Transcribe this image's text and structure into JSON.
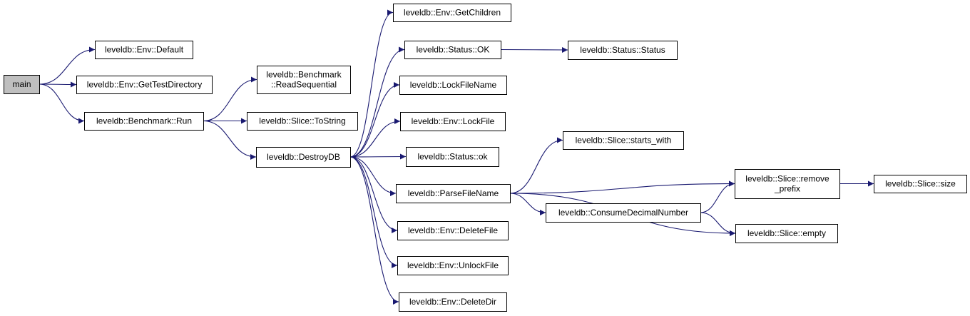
{
  "nodes": [
    {
      "id": "main",
      "lines": [
        "main"
      ],
      "root": true
    },
    {
      "id": "env_default",
      "lines": [
        "leveldb::Env::Default"
      ]
    },
    {
      "id": "env_gettestdir",
      "lines": [
        "leveldb::Env::GetTestDirectory"
      ]
    },
    {
      "id": "bench_run",
      "lines": [
        "leveldb::Benchmark::Run"
      ]
    },
    {
      "id": "bench_readseq",
      "lines": [
        "leveldb::Benchmark",
        "::ReadSequential"
      ]
    },
    {
      "id": "slice_tostring",
      "lines": [
        "leveldb::Slice::ToString"
      ]
    },
    {
      "id": "destroydb",
      "lines": [
        "leveldb::DestroyDB"
      ]
    },
    {
      "id": "env_getchildren",
      "lines": [
        "leveldb::Env::GetChildren"
      ]
    },
    {
      "id": "status_OK",
      "lines": [
        "leveldb::Status::OK"
      ]
    },
    {
      "id": "status_status",
      "lines": [
        "leveldb::Status::Status"
      ]
    },
    {
      "id": "lockfilename",
      "lines": [
        "leveldb::LockFileName"
      ]
    },
    {
      "id": "env_lockfile",
      "lines": [
        "leveldb::Env::LockFile"
      ]
    },
    {
      "id": "status_ok",
      "lines": [
        "leveldb::Status::ok"
      ]
    },
    {
      "id": "slice_startswith",
      "lines": [
        "leveldb::Slice::starts_with"
      ]
    },
    {
      "id": "parsefilename",
      "lines": [
        "leveldb::ParseFileName"
      ]
    },
    {
      "id": "slice_removeprefix",
      "lines": [
        "leveldb::Slice::remove",
        "_prefix"
      ]
    },
    {
      "id": "slice_size",
      "lines": [
        "leveldb::Slice::size"
      ]
    },
    {
      "id": "consumedecimal",
      "lines": [
        "leveldb::ConsumeDecimalNumber"
      ]
    },
    {
      "id": "env_deletefile",
      "lines": [
        "leveldb::Env::DeleteFile"
      ]
    },
    {
      "id": "slice_empty",
      "lines": [
        "leveldb::Slice::empty"
      ]
    },
    {
      "id": "env_unlockfile",
      "lines": [
        "leveldb::Env::UnlockFile"
      ]
    },
    {
      "id": "env_deletedir",
      "lines": [
        "leveldb::Env::DeleteDir"
      ]
    }
  ],
  "edges": [
    [
      "main",
      "env_default"
    ],
    [
      "main",
      "env_gettestdir"
    ],
    [
      "main",
      "bench_run"
    ],
    [
      "bench_run",
      "bench_readseq"
    ],
    [
      "bench_run",
      "slice_tostring"
    ],
    [
      "bench_run",
      "destroydb"
    ],
    [
      "destroydb",
      "env_getchildren"
    ],
    [
      "destroydb",
      "status_OK"
    ],
    [
      "destroydb",
      "lockfilename"
    ],
    [
      "destroydb",
      "env_lockfile"
    ],
    [
      "destroydb",
      "status_ok"
    ],
    [
      "destroydb",
      "parsefilename"
    ],
    [
      "destroydb",
      "env_deletefile"
    ],
    [
      "destroydb",
      "env_unlockfile"
    ],
    [
      "destroydb",
      "env_deletedir"
    ],
    [
      "status_OK",
      "status_status"
    ],
    [
      "parsefilename",
      "slice_startswith"
    ],
    [
      "parsefilename",
      "slice_removeprefix"
    ],
    [
      "parsefilename",
      "consumedecimal"
    ],
    [
      "parsefilename",
      "slice_empty"
    ],
    [
      "consumedecimal",
      "slice_removeprefix"
    ],
    [
      "consumedecimal",
      "slice_empty"
    ],
    [
      "slice_removeprefix",
      "slice_size"
    ]
  ]
}
